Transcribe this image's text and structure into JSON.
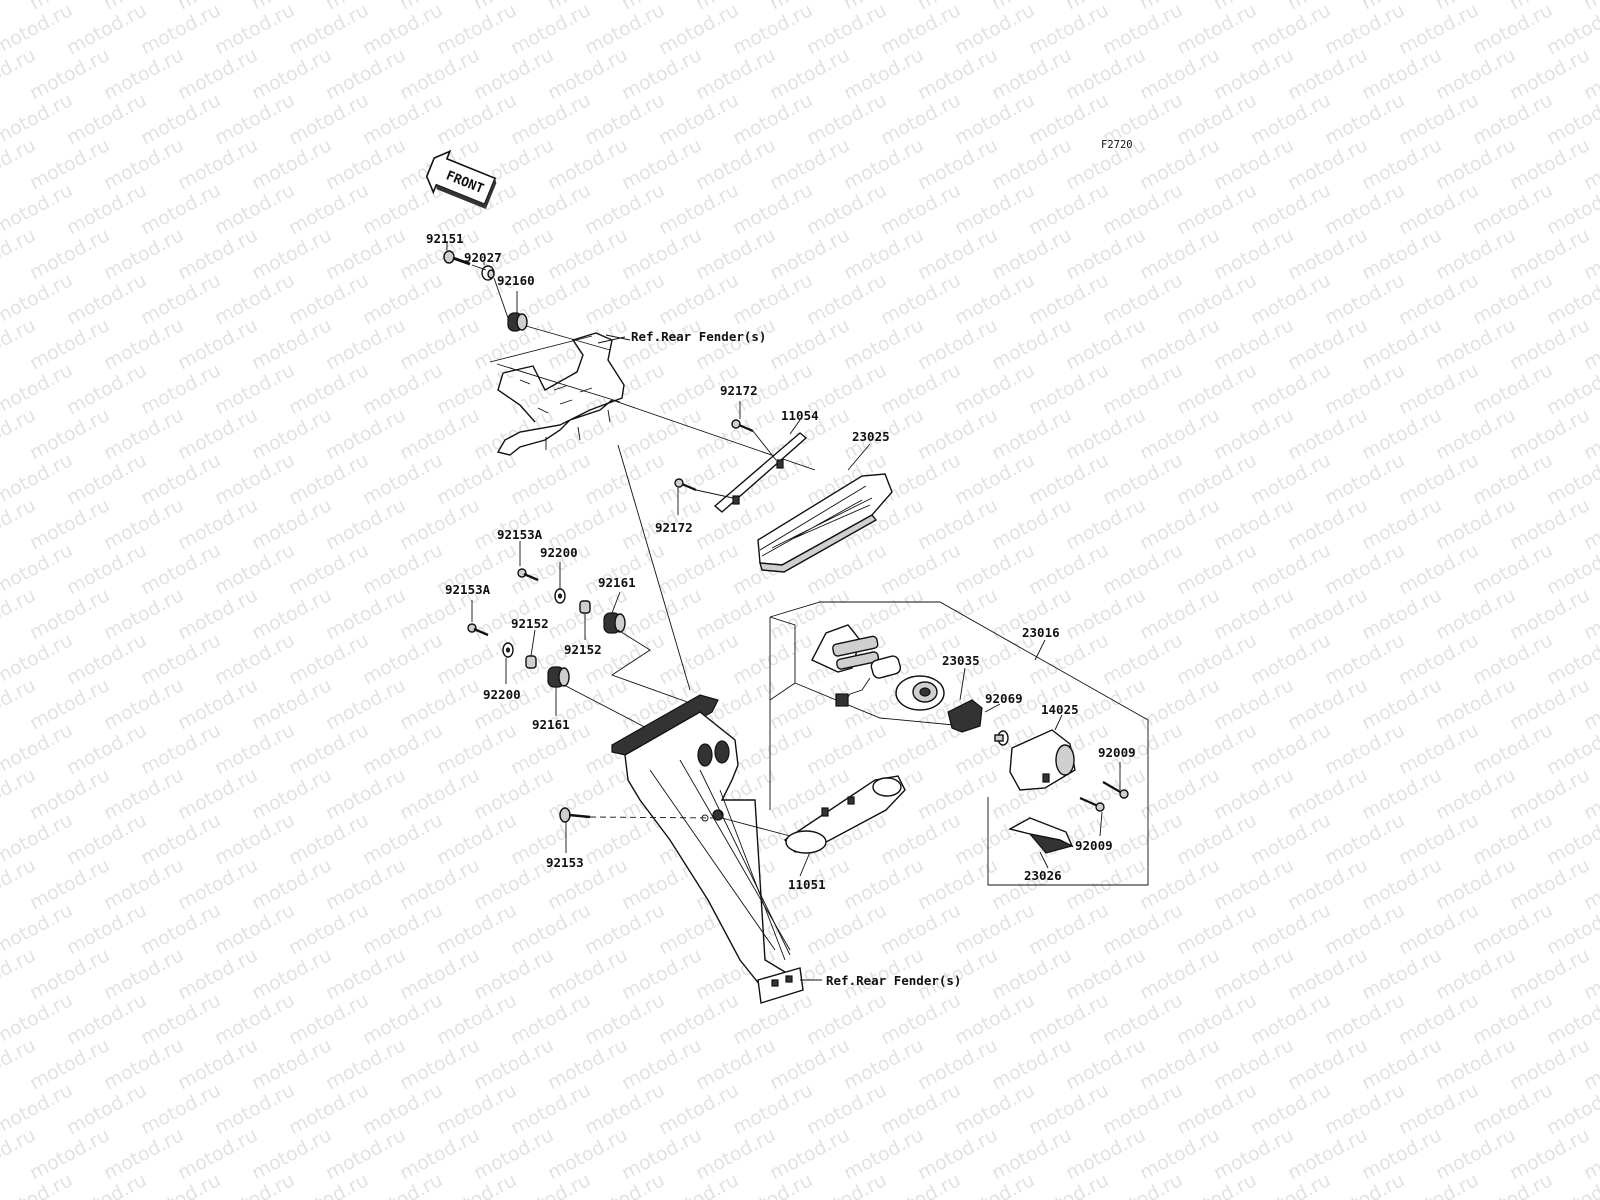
{
  "figure_code": "F2720",
  "front_arrow_label": "FRONT",
  "watermark": "motod.ru",
  "refs": {
    "rear_fender_top": "Ref.Rear Fender(s)",
    "rear_fender_bottom": "Ref.Rear Fender(s)"
  },
  "parts": {
    "p92151": "92151",
    "p92027": "92027",
    "p92160": "92160",
    "p92172_top": "92172",
    "p11054": "11054",
    "p23025": "23025",
    "p92172_bottom": "92172",
    "p92153A_a": "92153A",
    "p92200_a": "92200",
    "p92161_a": "92161",
    "p92153A_b": "92153A",
    "p92152_a": "92152",
    "p92152_b": "92152",
    "p92200_b": "92200",
    "p92161_b": "92161",
    "p92153": "92153",
    "p11051": "11051",
    "p23016": "23016",
    "p23035": "23035",
    "p92069": "92069",
    "p14025": "14025",
    "p92009_a": "92009",
    "p92009_b": "92009",
    "p23026": "23026"
  }
}
